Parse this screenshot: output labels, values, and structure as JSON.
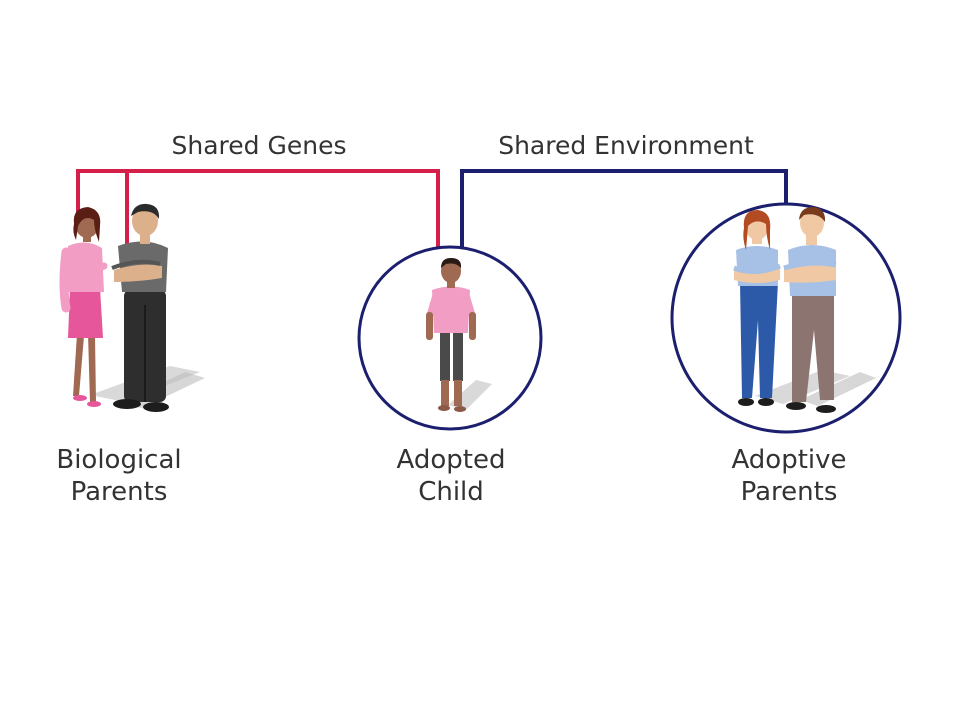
{
  "connectors": {
    "genes_label": "Shared Genes",
    "environment_label": "Shared Environment",
    "genes_color": "#d41f4a",
    "environment_color": "#1b1f6e"
  },
  "groups": {
    "biological": {
      "line1": "Biological",
      "line2": "Parents"
    },
    "child": {
      "line1": "Adopted",
      "line2": "Child"
    },
    "adoptive": {
      "line1": "Adoptive",
      "line2": "Parents"
    }
  },
  "colors": {
    "circle_stroke": "#1b1f6e",
    "pink_top": "#f29ec4",
    "pink_skirt": "#e5579a",
    "gray_shirt": "#6a6a6a",
    "dark_pants": "#2e2e2e",
    "light_blue_shirt": "#a7c0e6",
    "blue_jeans": "#2c5aa8",
    "brown_pants": "#8c7570"
  }
}
